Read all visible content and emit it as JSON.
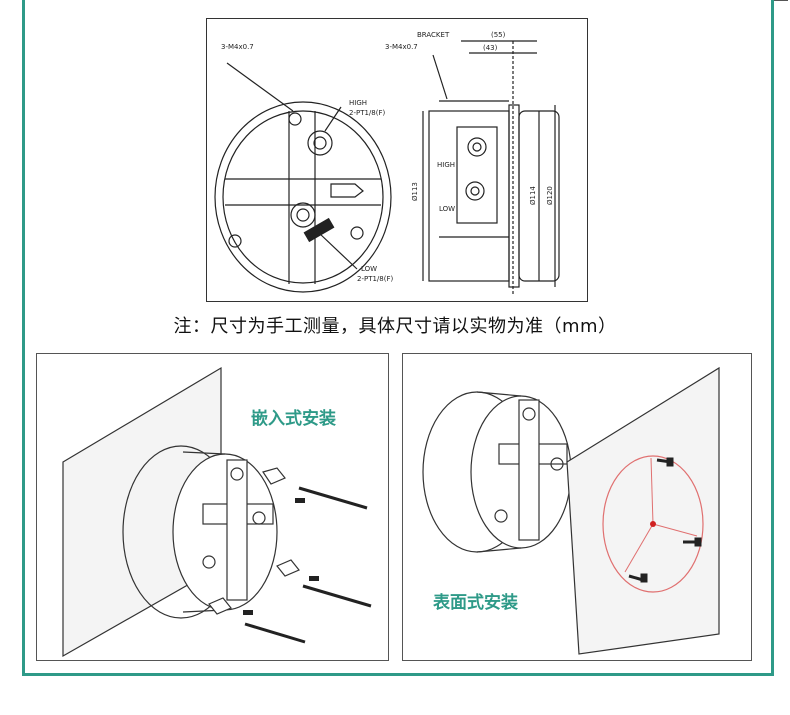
{
  "drawing": {
    "labels": {
      "thread_left": "3-M4x0.7",
      "high_port": "HIGH",
      "high_port_thread": "2-PT1/8(F)",
      "low_port": "LOW",
      "low_port_thread": "2-PT1/8(F)",
      "bracket": "BRACKET",
      "bracket_thread": "3-M4x0.7",
      "dim_55": "(55)",
      "dim_43": "(43)",
      "dim_113": "Ø113",
      "dim_114": "Ø114",
      "dim_120": "Ø120",
      "side_high": "HIGH",
      "side_low": "LOW"
    }
  },
  "note": "注：尺寸为手工测量，具体尺寸请以实物为准（mm）",
  "panels": {
    "flush_mount_caption": "嵌入式安装",
    "surface_mount_caption": "表面式安装"
  },
  "colors": {
    "frame": "#2e9a88",
    "caption": "#2e9a88",
    "mount_circle": "#e07070"
  }
}
